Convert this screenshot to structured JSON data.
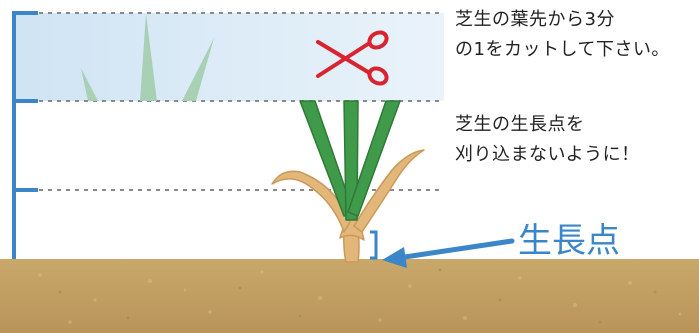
{
  "notes": {
    "cut_line1": "芝生の葉先から3分",
    "cut_line2": "の1をカットして下さい。",
    "growth_line1": "芝生の生長点を",
    "growth_line2": "刈り込まないように！"
  },
  "callout": {
    "label": "生長点"
  },
  "colors": {
    "accent_blue": "#3a86c8",
    "cut_band": "#dcebf6",
    "scissors_red": "#d9232e",
    "grass_green": "#3f9a4a",
    "faded_grass": "#a8d0b4",
    "stem_tan": "#e3b77a",
    "soil": "#c4a163"
  },
  "icons": {
    "cut": "scissors-icon",
    "pointer": "arrow-icon"
  }
}
